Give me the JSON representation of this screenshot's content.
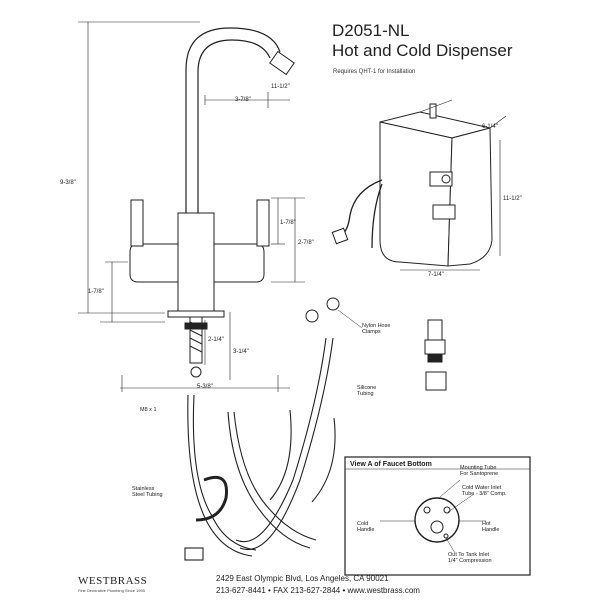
{
  "header": {
    "model": "D2051-NL",
    "product": "Hot and Cold Dispenser",
    "requirement": "Requires QHT-1 for Installation"
  },
  "dimensions": {
    "overall_height": "9-3/8\"",
    "reach": "3-7/8\"",
    "spout_offset": "11-1/2\"",
    "handle_height": "1-7/8\"",
    "handle_span": "2-7/8\"",
    "base_height": "1-7/8\"",
    "shank_length": "2-1/4\"",
    "shank_full": "3-1/4\"",
    "base_width": "5-3/8\"",
    "tank_depth": "6-1/4\"",
    "tank_height": "11-1/2\"",
    "tank_width": "7-1/4\""
  },
  "callouts": {
    "nylon_hose": "Nylon Hose\nClamps",
    "silicone": "Silicone\nTubing",
    "thread": "M8 x 1",
    "stainless": "Stainless\nSteel Tubing"
  },
  "view_a": {
    "title": "View A of Faucet Bottom",
    "mounting_tube": "Mounting Tube\nFor Santoprene",
    "cold_inlet": "Cold Water Inlet\nTube - 3/8\" Comp.",
    "cold_handle": "Cold\nHandle",
    "hot_handle": "Hot\nHandle",
    "tank_inlet": "Out To Tank Inlet\n1/4\" Compression"
  },
  "footer": {
    "brand": "WESTBRASS",
    "tagline": "Fine Decorative Plumbing Since 1955",
    "address": "2429 East Olympic Blvd, Los Angeles, CA  90021",
    "contact": "213-627-8441 • FAX 213-627-2844 • www.westbrass.com"
  }
}
